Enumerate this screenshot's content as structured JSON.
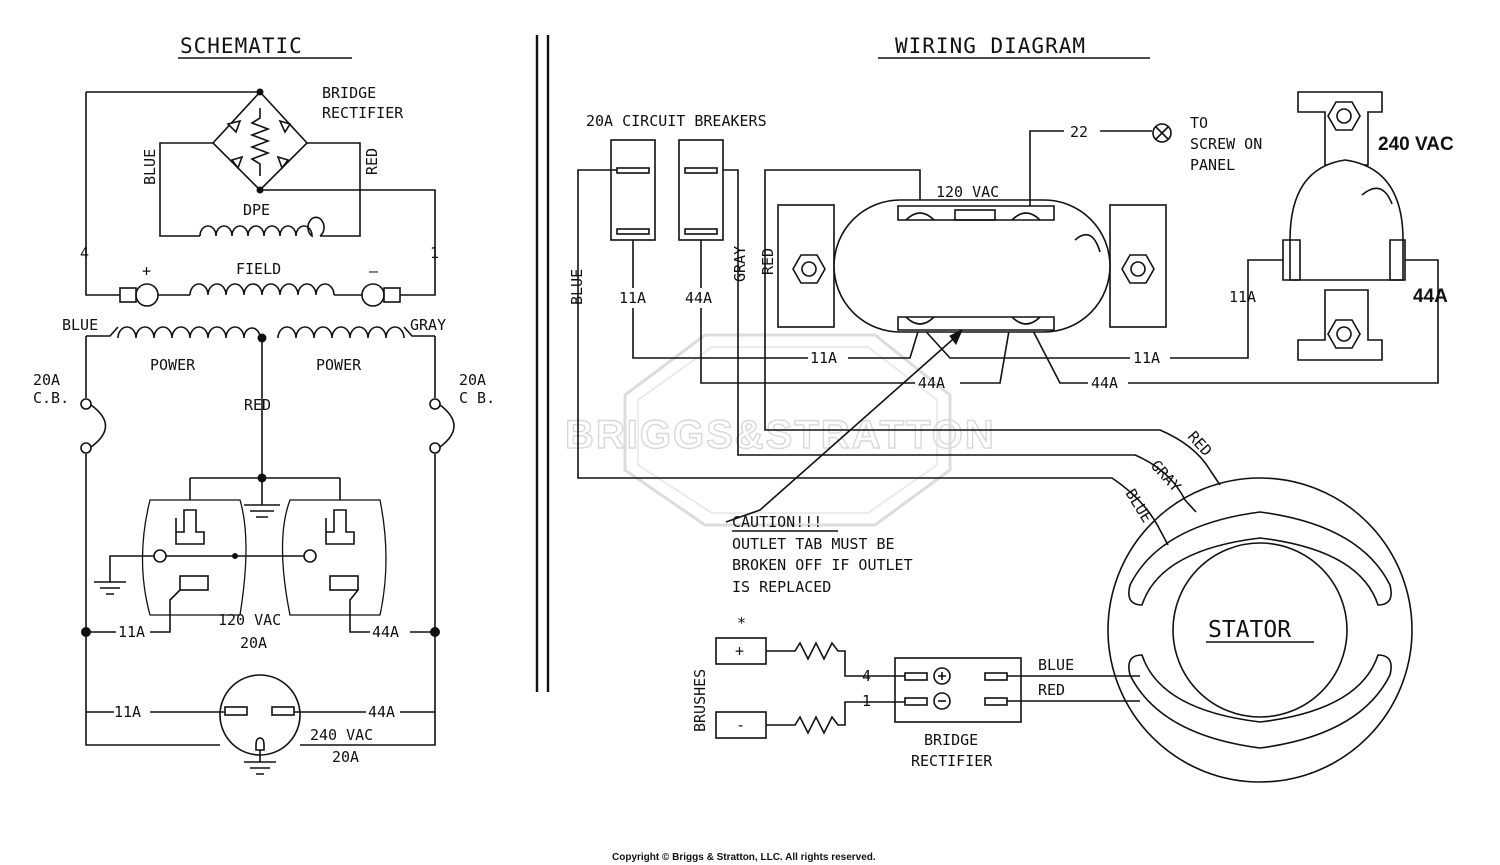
{
  "schematic": {
    "title": "SCHEMATIC",
    "bridge_rectifier": [
      "BRIDGE",
      "RECTIFIER"
    ],
    "blue": "BLUE",
    "red": "RED",
    "dpe": "DPE",
    "terminal_4": "4",
    "terminal_1": "1",
    "plus": "+",
    "minus": "–",
    "field": "FIELD",
    "left_wire": "BLUE",
    "right_wire": "GRAY",
    "power": "POWER",
    "center_wire": "RED",
    "cb_left": [
      "20A",
      "C.B."
    ],
    "cb_right": [
      "20A",
      "C B."
    ],
    "wire_11a": "11A",
    "wire_44a": "44A",
    "outlet_120": [
      "120 VAC",
      "20A"
    ],
    "outlet_240": [
      "240 VAC",
      "20A"
    ]
  },
  "wiring": {
    "title": "WIRING DIAGRAM",
    "breakers": "20A CIRCUIT BREAKERS",
    "wire_22": "22",
    "to_screw": [
      "TO",
      "SCREW ON",
      "PANEL"
    ],
    "vac_240": "240 VAC",
    "vac_120": "120 VAC",
    "blue": "BLUE",
    "gray": "GRAY",
    "red": "RED",
    "w11a": "11A",
    "w44a": "44A",
    "w44a_bold": "44A",
    "caution": [
      "CAUTION!!!",
      "OUTLET TAB MUST BE",
      "BROKEN OFF IF OUTLET",
      "IS REPLACED"
    ],
    "stator": "STATOR",
    "asterisk": "*",
    "brushes": "BRUSHES",
    "plus": "+",
    "minus": "-",
    "t4": "4",
    "t1": "1",
    "br": [
      "BRIDGE",
      "RECTIFIER"
    ]
  },
  "watermark": "BRIGGS&STRATTON",
  "copyright": "Copyright © Briggs & Stratton, LLC. All rights reserved."
}
